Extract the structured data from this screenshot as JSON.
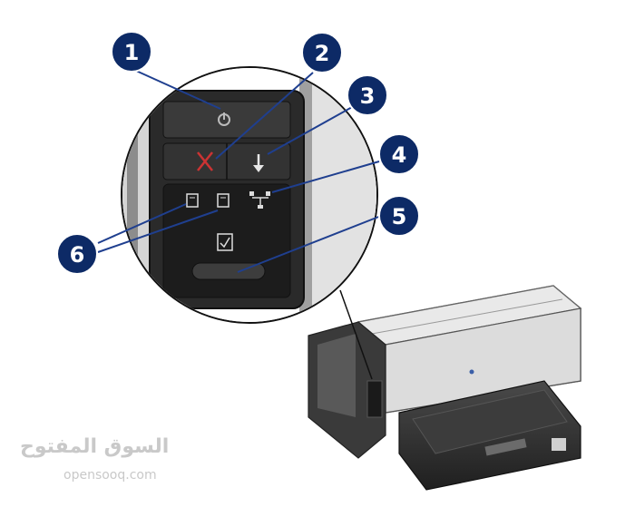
{
  "callouts": [
    {
      "number": "1"
    },
    {
      "number": "2"
    },
    {
      "number": "3"
    },
    {
      "number": "4"
    },
    {
      "number": "5"
    },
    {
      "number": "6"
    }
  ],
  "panel_icons": [
    "power-icon",
    "cancel-x-icon",
    "resume-arrow-icon",
    "network-icon",
    "tray-left-icon",
    "tray-right-icon",
    "document-icon",
    "button-bar"
  ],
  "watermark": {
    "arabic": "السوق المفتوح",
    "latin": "opensooq.com"
  },
  "colors": {
    "callout_fill": "#0d2a66",
    "callout_text": "#ffffff",
    "leader_line": "#1f3f8f",
    "panel_dark": "#1c1c1c",
    "cancel_red": "#cc3333",
    "printer_body": "#d8d8d8"
  }
}
